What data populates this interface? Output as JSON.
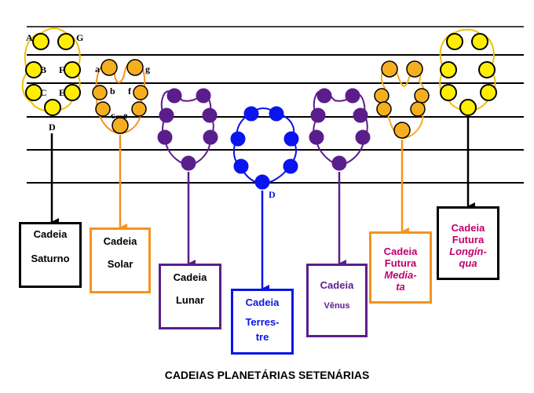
{
  "colors": {
    "saturno": "#000000",
    "solar": "#f5931e",
    "lunar": "#5a1e8c",
    "terrestre": "#0a14e6",
    "venus": "#5a1e8c",
    "future": "#f0c000",
    "magenta": "#c0006e",
    "fill_yellow": "#ffee00",
    "fill_orange": "#f5ae1e",
    "fill_purple": "#5a1e8c",
    "fill_blue": "#0a14f0"
  },
  "globe_labels": {
    "saturno": {
      "A": "A",
      "G": "G",
      "B": "B",
      "F": "F",
      "C": "C",
      "E": "E",
      "D": "D"
    },
    "solar": {
      "a": "a",
      "g": "g",
      "b": "b",
      "f": "f",
      "c": "c",
      "e": "e"
    },
    "terrestre": {
      "D": "D"
    }
  },
  "chains": {
    "saturno": {
      "line1": "Cadeia",
      "line2": "Saturno"
    },
    "solar": {
      "line1": "Cadeia",
      "line2": "Solar"
    },
    "lunar": {
      "line1": "Cadeia",
      "line2": "Lunar"
    },
    "terrestre": {
      "line1": "Cadeia",
      "line2": "Terres-",
      "line3": "tre"
    },
    "venus": {
      "line1": "Cadeia",
      "line2": "Vênus"
    },
    "mediata": {
      "line1": "Cadeia",
      "line2": "Futura",
      "line3": "Media-",
      "line4": "ta"
    },
    "longinqua": {
      "line1": "Cadeia",
      "line2": "Futura",
      "line3": "Longín-",
      "line4": "qua"
    }
  },
  "footer": {
    "title": "CADEIAS PLANETÁRIAS SETENÁRIAS"
  }
}
